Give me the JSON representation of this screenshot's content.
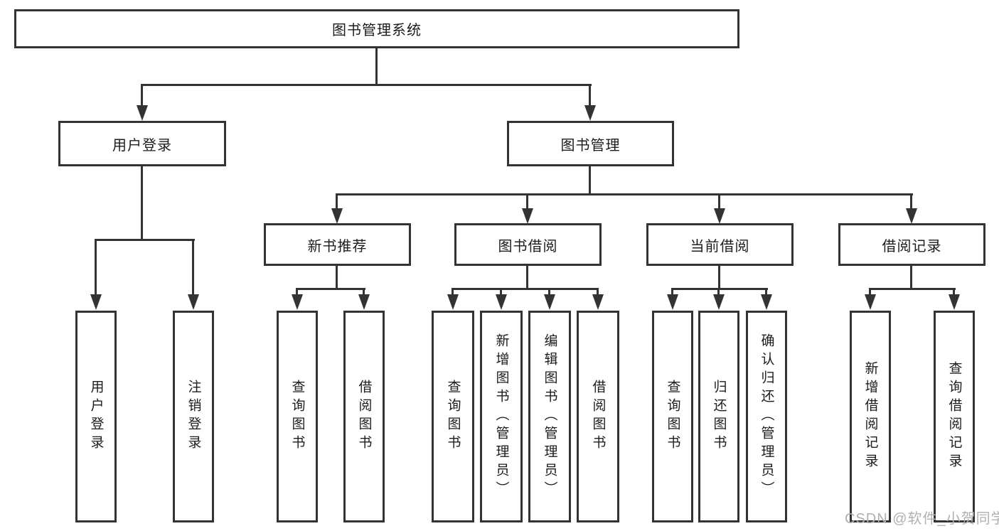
{
  "diagram": {
    "root": {
      "label": "图书管理系统"
    },
    "level2": [
      {
        "id": "user-login",
        "label": "用户登录"
      },
      {
        "id": "book-management",
        "label": "图书管理"
      }
    ],
    "level3": [
      {
        "id": "new-book-recommend",
        "label": "新书推荐"
      },
      {
        "id": "book-borrow",
        "label": "图书借阅"
      },
      {
        "id": "current-borrow",
        "label": "当前借阅"
      },
      {
        "id": "borrow-records",
        "label": "借阅记录"
      }
    ],
    "leaves": {
      "user_login": [
        {
          "label": "用户登录"
        },
        {
          "label": "注销登录"
        }
      ],
      "new_book_recommend": [
        {
          "label": "查询图书"
        },
        {
          "label": "借阅图书"
        }
      ],
      "book_borrow": [
        {
          "label": "查询图书"
        },
        {
          "label": "新增图书（管理员）"
        },
        {
          "label": "编辑图书（管理员）"
        },
        {
          "label": "借阅图书"
        }
      ],
      "current_borrow": [
        {
          "label": "查询图书"
        },
        {
          "label": "归还图书"
        },
        {
          "label": "确认归还（管理员）"
        }
      ],
      "borrow_records": [
        {
          "label": "新增借阅记录"
        },
        {
          "label": "查询借阅记录"
        }
      ]
    }
  },
  "watermark": {
    "text": "CSDN @软件_小贺同学",
    "color": "#b0b0b0"
  },
  "colors": {
    "background": "#ffffff",
    "line": "#333333",
    "box_border": "#333333",
    "box_fill": "#ffffff",
    "text": "#1c1c1c"
  }
}
